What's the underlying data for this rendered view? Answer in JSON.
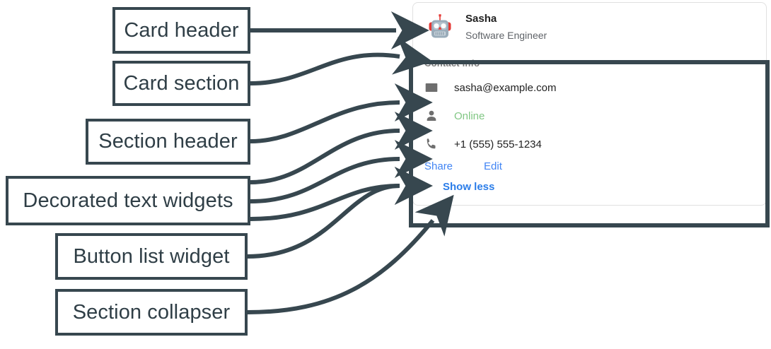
{
  "annotations": [
    {
      "id": "card-header",
      "label": "Card header"
    },
    {
      "id": "card-section",
      "label": "Card section"
    },
    {
      "id": "section-header",
      "label": "Section header"
    },
    {
      "id": "decorated-text",
      "label": "Decorated text widgets"
    },
    {
      "id": "button-list",
      "label": "Button list widget"
    },
    {
      "id": "section-collapser",
      "label": "Section collapser"
    }
  ],
  "colors": {
    "annotation": "#37474f",
    "link": "#4285f4",
    "collapser_link": "#2b7de9",
    "status_online": "#81c784",
    "icon_gray": "#6e6e6e",
    "card_border": "#e0e0e0"
  },
  "card": {
    "header": {
      "avatar_icon": "robot-avatar-icon",
      "title": "Sasha",
      "subtitle": "Software Engineer"
    },
    "section": {
      "header": "Contact Info",
      "rows": [
        {
          "icon": "email-icon",
          "text": "sasha@example.com",
          "style": "default"
        },
        {
          "icon": "person-icon",
          "text": "Online",
          "style": "green"
        },
        {
          "icon": "phone-icon",
          "text": "+1 (555) 555-1234",
          "style": "default"
        }
      ],
      "buttons": [
        {
          "label": "Share"
        },
        {
          "label": "Edit"
        }
      ],
      "collapser": {
        "label": "Show less"
      }
    }
  }
}
